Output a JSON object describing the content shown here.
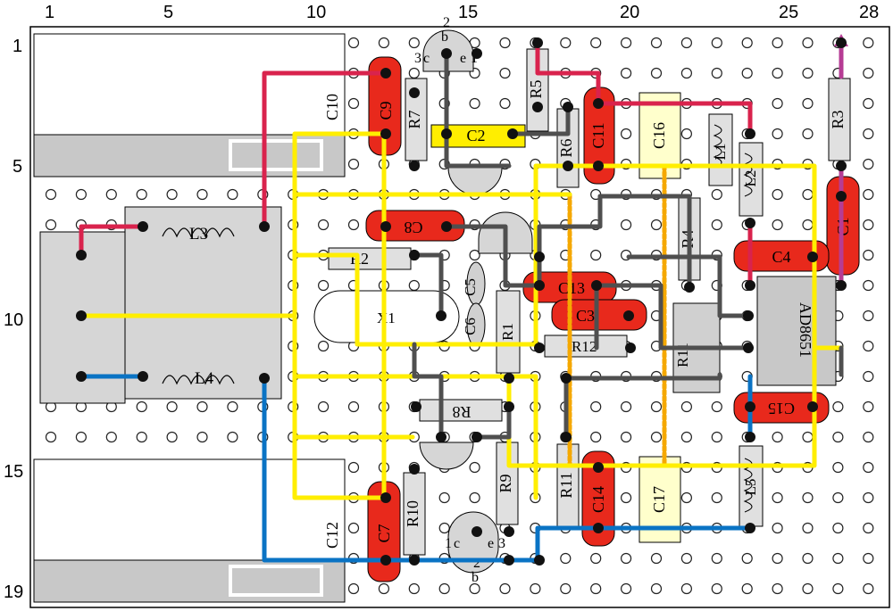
{
  "axes": {
    "columns": [
      "1",
      "5",
      "10",
      "15",
      "20",
      "25",
      "28"
    ],
    "rows": [
      "1",
      "5",
      "10",
      "15",
      "19"
    ]
  },
  "components": {
    "c1": "C1",
    "c2": "C2",
    "c3": "C3",
    "c4": "C4",
    "c5": "C5",
    "c6": "C6",
    "c7": "C7",
    "c8": "C8",
    "c9": "C9",
    "c10": "C10",
    "c11": "C11",
    "c12": "C12",
    "c13": "C13",
    "c14": "C14",
    "c15": "C15",
    "c16": "C16",
    "c17": "C17",
    "r1": "R1",
    "r2": "R2",
    "r3": "R3",
    "r4": "R4",
    "r5": "R5",
    "r6": "R6",
    "r7": "R7",
    "r8": "R8",
    "r9": "R9",
    "r10": "R10",
    "r11": "R11",
    "r12": "R12",
    "l1": "L1",
    "l2": "L2",
    "l3": "L3",
    "l4": "L4",
    "l5": "L5",
    "x1": "X1",
    "ic": "AD8651"
  },
  "transistor_pins": {
    "top": {
      "b": "b",
      "n2": "2",
      "c": "c",
      "n3": "3",
      "e": "e",
      "n1": "1"
    },
    "bottom": {
      "b": "b",
      "n2": "2",
      "c": "c",
      "n1": "1",
      "e": "e",
      "n3": "3"
    }
  },
  "colors": {
    "board": "#ffffff",
    "hole": "#ffffff",
    "wire_red": "#d9234d",
    "wire_yellow": "#ffee00",
    "wire_blue": "#0a73c4",
    "wire_magenta": "#b63c94",
    "wire_gray": "#4f4f4f",
    "cap_red": "#e8291c",
    "cap_yellow": "#ffee00",
    "cap_cream": "#ffffcc",
    "resistor": "#e0e0e0",
    "ic": "#c8c8c8",
    "dashed": "#f5a800"
  }
}
